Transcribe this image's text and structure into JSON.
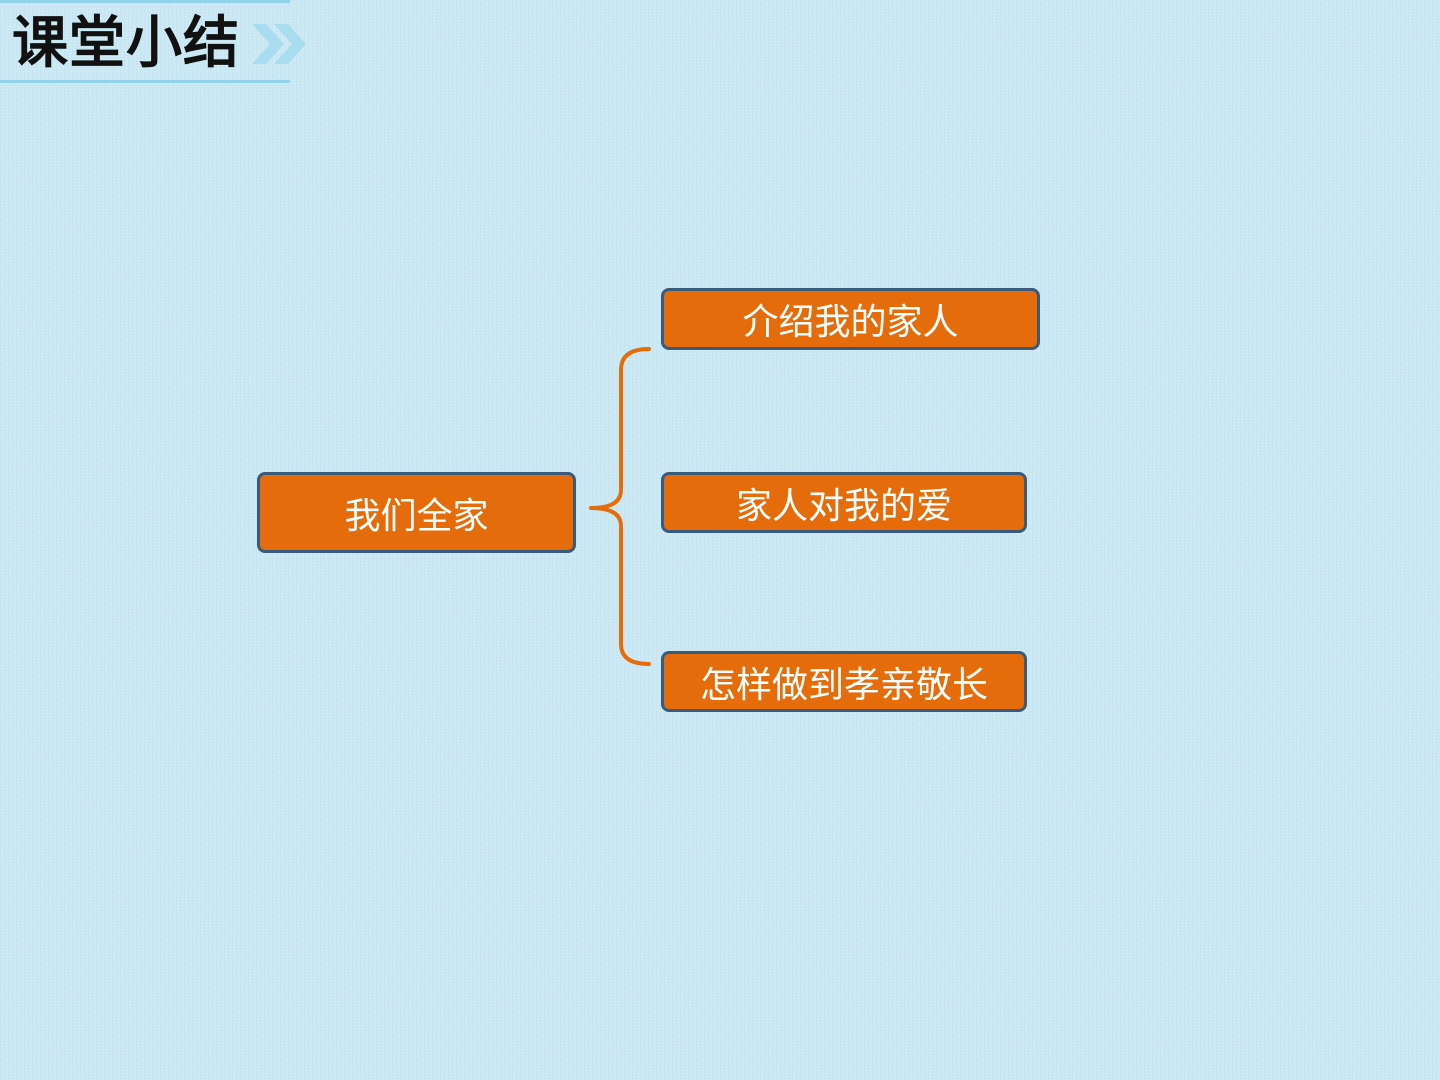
{
  "header": {
    "title": "课堂小结",
    "accent_color": "#93d3ea",
    "chevron_icon": "double-chevron-right-icon"
  },
  "diagram": {
    "root": {
      "label": "我们全家"
    },
    "children": [
      {
        "label": "介绍我的家人"
      },
      {
        "label": "家人对我的爱"
      },
      {
        "label": "怎样做到孝亲敬长"
      }
    ],
    "colors": {
      "node_fill": "#e46c0a",
      "node_border": "#3a5a7c",
      "connector": "#e46c0a",
      "background": "#c9e8f3"
    }
  }
}
